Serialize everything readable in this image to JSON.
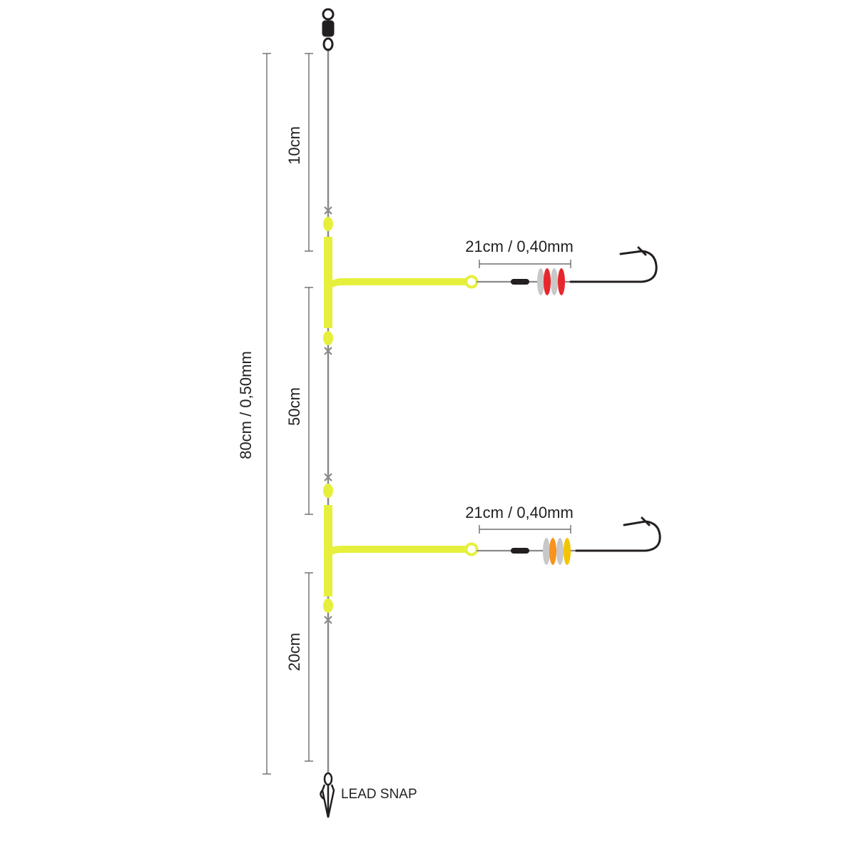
{
  "dimensions": {
    "total": "80cm / 0,50mm",
    "top_segment": "10cm",
    "middle_segment": "50cm",
    "bottom_segment": "20cm",
    "upper_dropper": "21cm / 0,40mm",
    "lower_dropper": "21cm / 0,40mm"
  },
  "lead_snap_label": "LEAD SNAP",
  "colors": {
    "boom": "#e6f03c",
    "line": "#8a8a8a",
    "hook": "#231f20",
    "dim_line": "#555555",
    "bead_red": "#e8262d",
    "bead_orange": "#f7931e",
    "bead_yellow": "#f5c400",
    "bead_grey": "#c8c8c8"
  },
  "icons": {
    "swivel": "swivel-icon",
    "lead_snap": "lead-snap-icon",
    "hook": "hook-icon"
  }
}
